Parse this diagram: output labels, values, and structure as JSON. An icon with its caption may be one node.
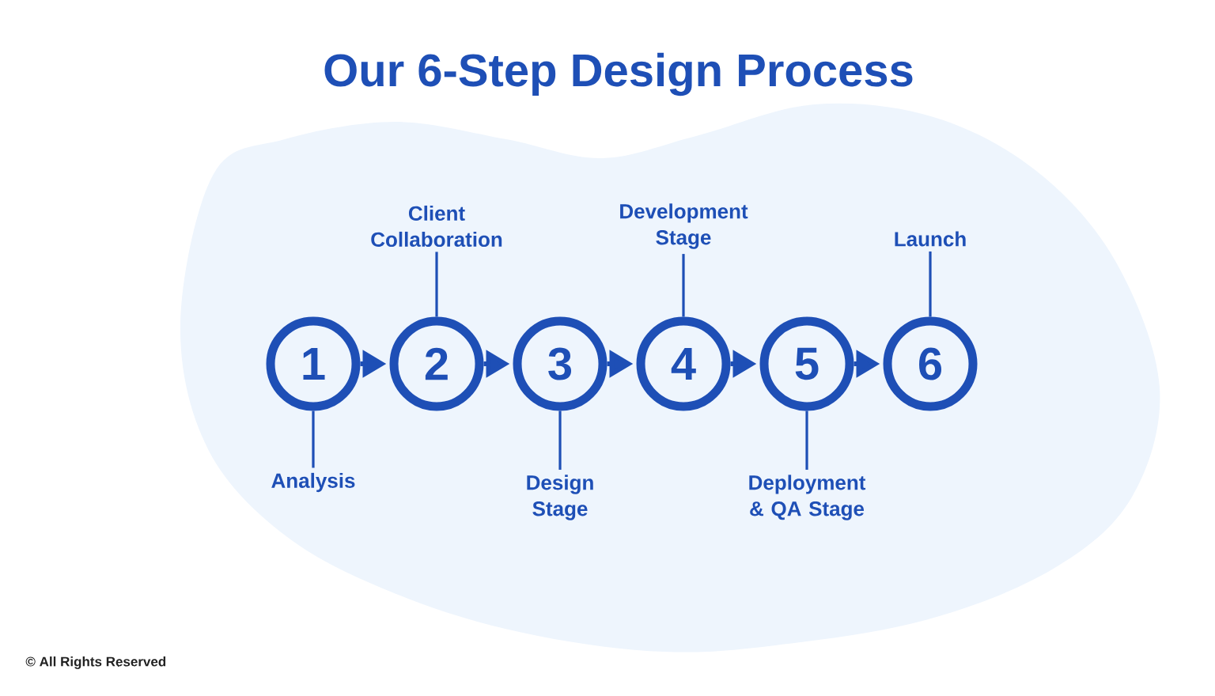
{
  "diagram": {
    "title": "Our 6-Step Design Process",
    "nodes": [
      {
        "text": [
          "1"
        ]
      },
      {
        "text": [
          "2"
        ]
      },
      {
        "text": [
          "3"
        ]
      },
      {
        "text": [
          "4"
        ]
      },
      {
        "text": [
          "5"
        ]
      },
      {
        "text": [
          "6"
        ]
      },
      {
        "text": [
          "Analysis"
        ]
      },
      {
        "text": [
          "Client Collaboration"
        ]
      },
      {
        "text": [
          "Design Stage"
        ]
      },
      {
        "text": [
          "Development Stage"
        ]
      },
      {
        "text": [
          "Deployment & QA Stage"
        ]
      },
      {
        "text": [
          "Launch"
        ]
      }
    ],
    "edges": [
      {
        "from": 0,
        "to": 1,
        "arrow": "to"
      },
      {
        "from": 1,
        "to": 2,
        "arrow": "to"
      },
      {
        "from": 2,
        "to": 3,
        "arrow": "to"
      },
      {
        "from": 3,
        "to": 4,
        "arrow": "to"
      },
      {
        "from": 4,
        "to": 5,
        "arrow": "to"
      },
      {
        "from": 6,
        "to": 0,
        "arrow": "none"
      },
      {
        "from": 7,
        "to": 1,
        "arrow": "none"
      },
      {
        "from": 8,
        "to": 2,
        "arrow": "none"
      },
      {
        "from": 9,
        "to": 3,
        "arrow": "none"
      },
      {
        "from": 10,
        "to": 4,
        "arrow": "none"
      },
      {
        "from": 11,
        "to": 5,
        "arrow": "none"
      }
    ],
    "labels": [
      "© All Rights Reserved"
    ]
  }
}
